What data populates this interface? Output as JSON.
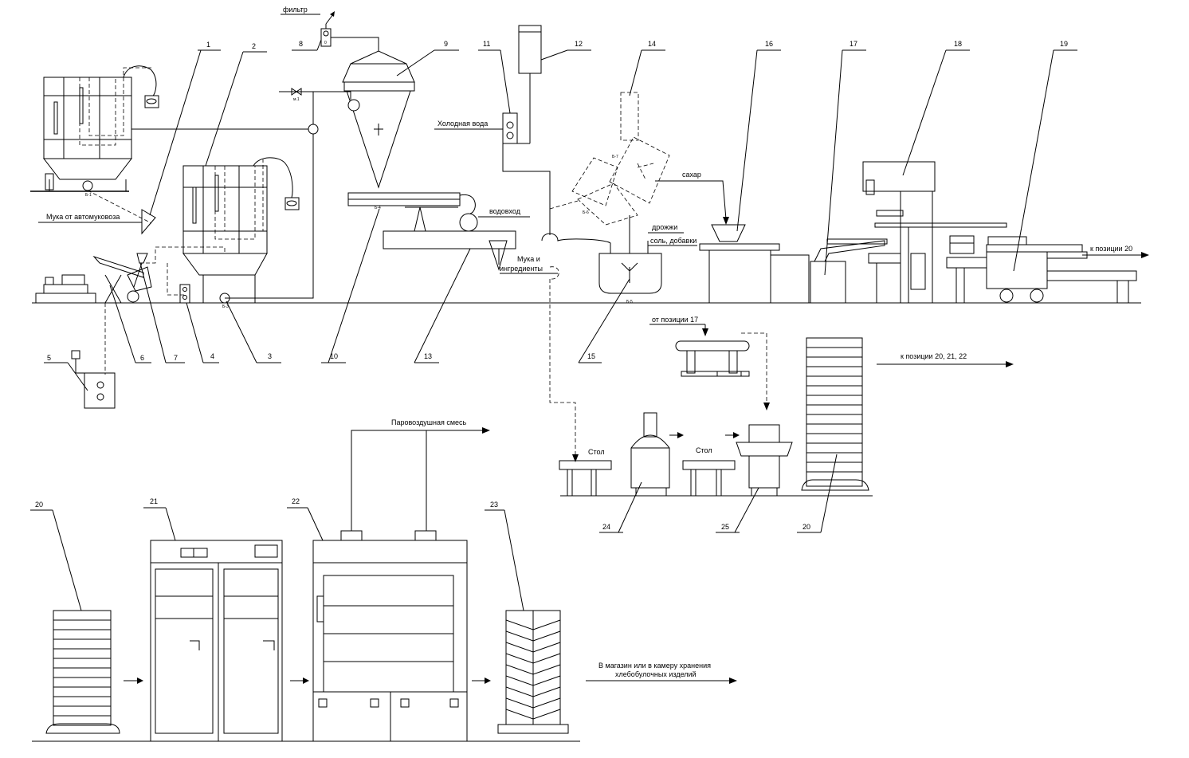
{
  "labels": {
    "filter": "фильтр",
    "flour_from_truck": "Мука от автомуковоза",
    "cold_water": "Холодная вода",
    "water_meter": "водовход",
    "flour_and_ingredients_1": "Мука и",
    "flour_and_ingredients_2": "ингредиенты",
    "sugar": "сахар",
    "yeast": "дрожжи",
    "salt_additives": "соль, добавки",
    "to_position_20": "к позиции 20",
    "from_position_17": "от позиции 17",
    "to_positions_20_21_22": "к позиции 20, 21, 22",
    "table_1": "Стол",
    "table_2": "Стол",
    "steam_air_mix": "Паровоздушная смесь",
    "to_store_1": "В магазин или в камеру хранения",
    "to_store_2": "хлебобулочных изделий"
  },
  "positions": {
    "p1": "1",
    "p2": "2",
    "p3": "3",
    "p4": "4",
    "p5": "5",
    "p6": "6",
    "p7": "7",
    "p8": "8",
    "p9": "9",
    "p10": "10",
    "p11": "11",
    "p12": "12",
    "p13": "13",
    "p14": "14",
    "p15": "15",
    "p16": "16",
    "p17": "17",
    "p18": "18",
    "p19": "19",
    "p20a": "20",
    "p20b": "20",
    "p21": "21",
    "p22": "22",
    "p23": "23",
    "p24": "24",
    "p25": "25"
  },
  "tags": {
    "t_m1": "м.1",
    "t_b1": "Б-1",
    "t_b3": "Б-3",
    "t_b4": "Б-4",
    "t_b5": "Б-5",
    "t_b6": "Б-6",
    "t_b7": "Б-7"
  }
}
